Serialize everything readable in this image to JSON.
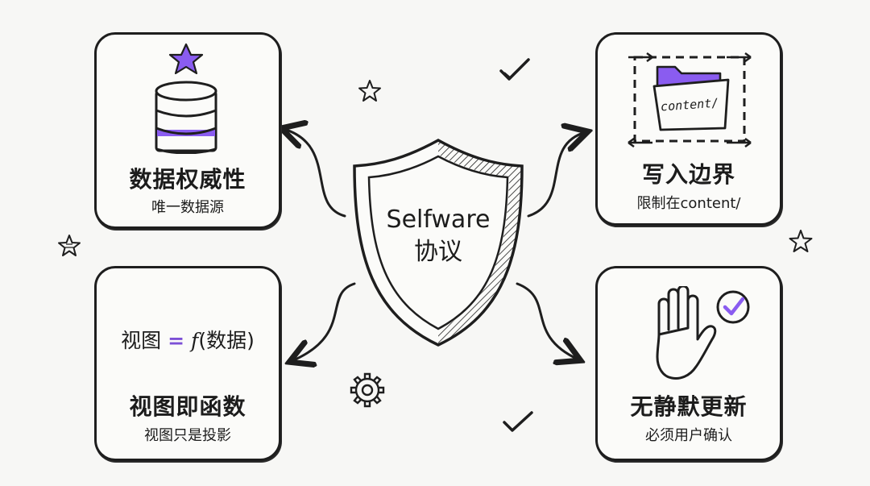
{
  "center": {
    "title": "Selfware",
    "subtitle": "协议",
    "icon": "shield-icon"
  },
  "cards": {
    "data_authority": {
      "title": "数据权威性",
      "subtitle": "唯一数据源",
      "icon": "database-icon"
    },
    "write_boundary": {
      "title": "写入边界",
      "subtitle": "限制在content/",
      "folder_label": "content/",
      "icon": "folder-icon"
    },
    "view_function": {
      "formula_left": "视图",
      "formula_fn": "f",
      "formula_arg": "(数据)",
      "title": "视图即函数",
      "subtitle": "视图只是投影"
    },
    "no_silent_update": {
      "title": "无静默更新",
      "subtitle": "必须用户确认",
      "icon": "hand-icon"
    }
  },
  "colors": {
    "accent": "#8a5cf0",
    "ink": "#1e1e1e",
    "background": "#f7f7f5"
  },
  "decorations": [
    "star-icon",
    "checkmark-icon",
    "gear-icon"
  ]
}
